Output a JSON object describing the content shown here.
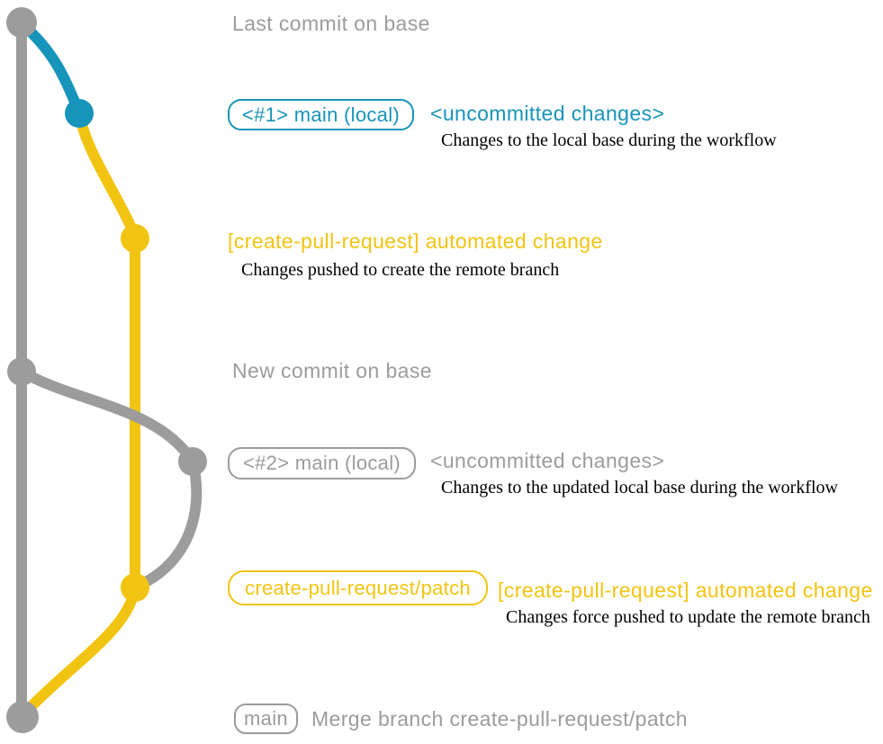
{
  "title": "create-pull-request action git workflow diagram",
  "colors": {
    "gray": "#9c9c9c",
    "teal": "#1794ba",
    "yellow": "#f2c412",
    "description": "#000000",
    "background": "#ffffff"
  },
  "graph": {
    "node_colors": [
      "gray",
      "teal",
      "yellow",
      "gray",
      "gray",
      "yellow",
      "gray"
    ],
    "branches": [
      {
        "name": "base",
        "color": "gray"
      },
      {
        "name": "main (local)",
        "color": "teal"
      },
      {
        "name": "create-pull-request/patch",
        "color": "yellow"
      }
    ]
  },
  "rows": {
    "last_commit": {
      "note": "Last commit on base"
    },
    "local1": {
      "badge": "<#1> main (local)",
      "status": "<uncommitted changes>",
      "description": "Changes to the local base during the workflow"
    },
    "auto1": {
      "title": "[create-pull-request] automated change",
      "description": "Changes pushed to create the remote branch"
    },
    "new_commit": {
      "note": "New commit on base"
    },
    "local2": {
      "badge": "<#2> main (local)",
      "status": "<uncommitted changes>",
      "description": "Changes to the updated local base during the workflow"
    },
    "auto2": {
      "badge": "create-pull-request/patch",
      "title": "[create-pull-request] automated change",
      "description": "Changes force pushed to update the remote branch"
    },
    "merge": {
      "badge": "main",
      "note": "Merge branch create-pull-request/patch"
    }
  }
}
